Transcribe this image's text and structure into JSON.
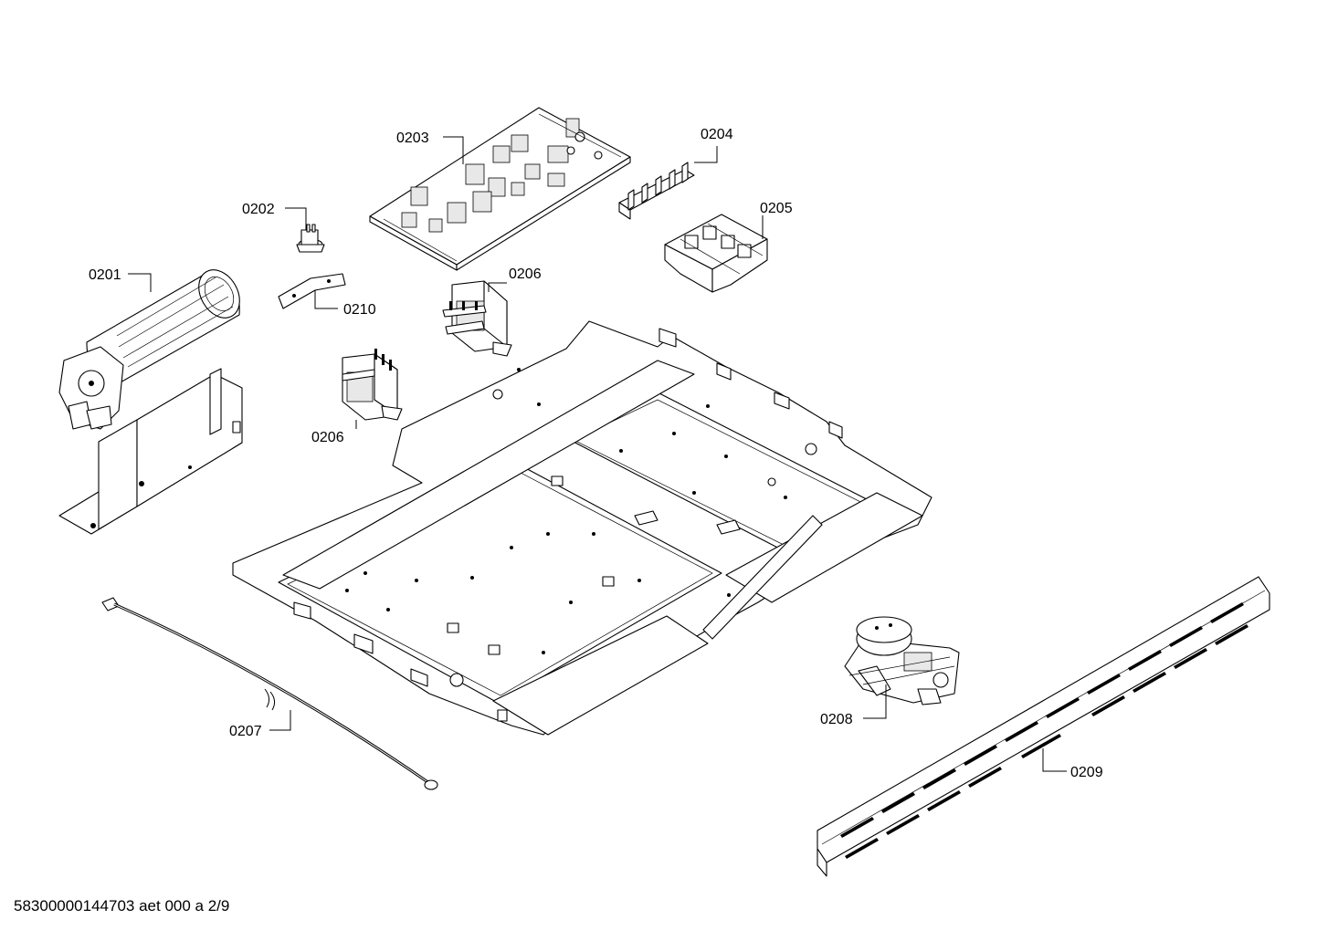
{
  "diagram": {
    "labels": {
      "p0201": "0201",
      "p0202": "0202",
      "p0203": "0203",
      "p0204": "0204",
      "p0205": "0205",
      "p0206a": "0206",
      "p0206b": "0206",
      "p0207": "0207",
      "p0208": "0208",
      "p0209": "0209",
      "p0210": "0210"
    },
    "footer": "58300000144703 aet 000 a 2/9"
  }
}
